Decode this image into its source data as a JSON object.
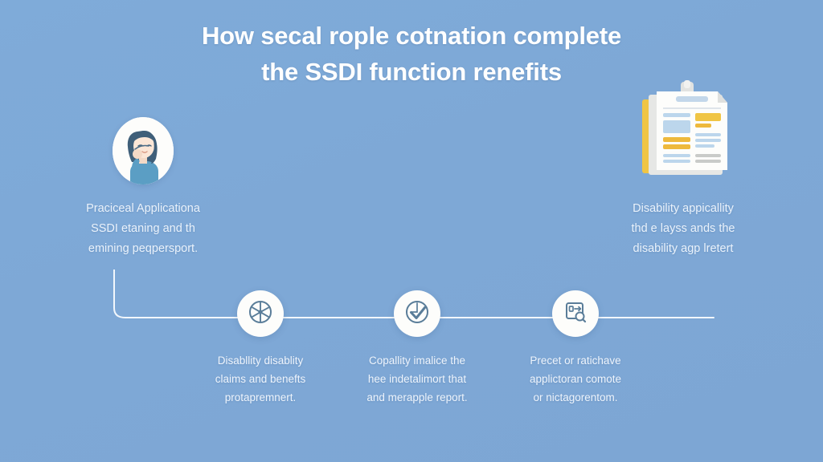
{
  "background_color": "#7ea8d6",
  "title": {
    "line1": "How secal rople cotnation complete",
    "line2": "the SSDI function renefits"
  },
  "features": [
    {
      "icon": "person-avatar-icon",
      "lines": [
        "Praciceal Applicationa",
        "SSDI etaning and th",
        "emining peqpersport."
      ]
    },
    {
      "icon": "document-stack-icon",
      "lines": [
        "Disability appicallity",
        "thd e layss ands the",
        "disability agp lretert"
      ]
    }
  ],
  "timeline": {
    "steps": [
      {
        "icon": "wheel-icon",
        "lines": [
          "Disabllity disablity",
          "claims and benefts",
          "protapremnert."
        ]
      },
      {
        "icon": "clock-check-icon",
        "lines": [
          "Copallity imalice the",
          "hee indetalimort that",
          "and merapple report."
        ]
      },
      {
        "icon": "document-search-icon",
        "lines": [
          "Precet or ratichave",
          "applictoran comote",
          "or nictagorentom."
        ]
      }
    ]
  }
}
